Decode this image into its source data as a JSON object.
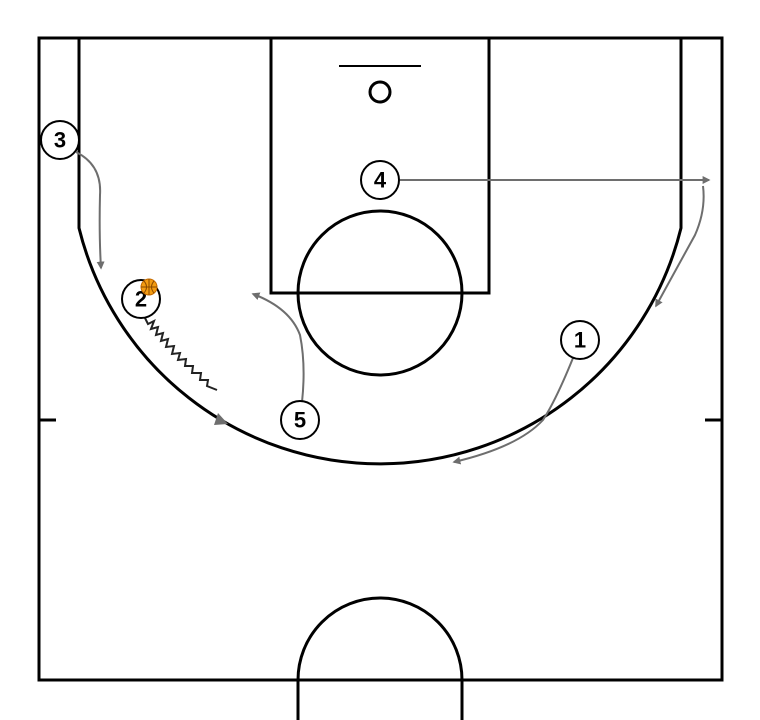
{
  "diagram": {
    "colors": {
      "court_lines": "#000000",
      "movement_arrow": "#6e6e6e",
      "dribble_line": "#222222",
      "ball": "#f39c12",
      "player_fill": "#ffffff"
    },
    "players": [
      {
        "id": "p1",
        "label": "1"
      },
      {
        "id": "p2",
        "label": "2",
        "has_ball": true
      },
      {
        "id": "p3",
        "label": "3"
      },
      {
        "id": "p4",
        "label": "4"
      },
      {
        "id": "p5",
        "label": "5"
      }
    ],
    "actions": [
      {
        "player": "1",
        "type": "cut"
      },
      {
        "player": "2",
        "type": "dribble"
      },
      {
        "player": "3",
        "type": "cut"
      },
      {
        "player": "4",
        "type": "cut"
      },
      {
        "player": "5",
        "type": "cut"
      }
    ]
  }
}
